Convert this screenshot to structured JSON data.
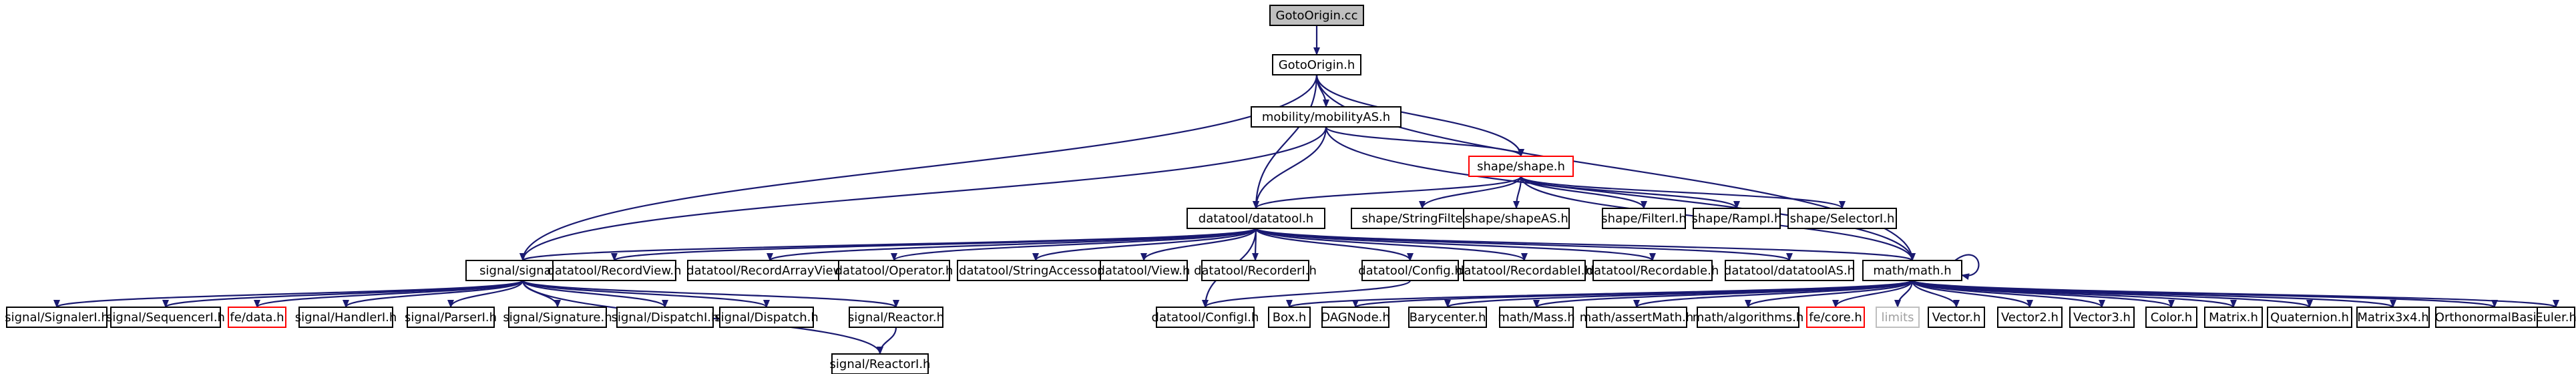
{
  "diagram": {
    "nodes": [
      {
        "id": "root",
        "label": "GotoOrigin.cc",
        "style": "root"
      },
      {
        "id": "gotoorigin_h",
        "label": "GotoOrigin.h",
        "style": "normal"
      },
      {
        "id": "mobility",
        "label": "mobility/mobilityAS.h",
        "style": "normal"
      },
      {
        "id": "shape",
        "label": "shape/shape.h",
        "style": "red"
      },
      {
        "id": "datatool",
        "label": "datatool/datatool.h",
        "style": "normal"
      },
      {
        "id": "signal",
        "label": "signal/signal.h",
        "style": "normal"
      },
      {
        "id": "math",
        "label": "math/math.h",
        "style": "normal"
      },
      {
        "id": "stringfilter",
        "label": "shape/StringFilterI.h",
        "style": "normal"
      },
      {
        "id": "shapeas",
        "label": "shape/shapeAS.h",
        "style": "normal"
      },
      {
        "id": "filteri",
        "label": "shape/FilterI.h",
        "style": "normal"
      },
      {
        "id": "rampi",
        "label": "shape/RampI.h",
        "style": "normal"
      },
      {
        "id": "selectori",
        "label": "shape/SelectorI.h",
        "style": "normal"
      },
      {
        "id": "recordview",
        "label": "datatool/RecordView.h",
        "style": "normal"
      },
      {
        "id": "recordarrayview",
        "label": "datatool/RecordArrayView.h",
        "style": "normal"
      },
      {
        "id": "operator",
        "label": "datatool/Operator.h",
        "style": "normal"
      },
      {
        "id": "stringaccessor",
        "label": "datatool/StringAccessor.h",
        "style": "normal"
      },
      {
        "id": "view",
        "label": "datatool/View.h",
        "style": "normal"
      },
      {
        "id": "recorderi",
        "label": "datatool/RecorderI.h",
        "style": "normal"
      },
      {
        "id": "config",
        "label": "datatool/Config.h",
        "style": "normal"
      },
      {
        "id": "recordablei",
        "label": "datatool/RecordableI.h",
        "style": "normal"
      },
      {
        "id": "recordable",
        "label": "datatool/Recordable.h",
        "style": "normal"
      },
      {
        "id": "datatoolas",
        "label": "datatool/datatoolAS.h",
        "style": "normal"
      },
      {
        "id": "configi",
        "label": "datatool/ConfigI.h",
        "style": "normal"
      },
      {
        "id": "signaleri",
        "label": "signal/SignalerI.h",
        "style": "normal"
      },
      {
        "id": "sequenceri",
        "label": "signal/SequencerI.h",
        "style": "normal"
      },
      {
        "id": "fedata",
        "label": "fe/data.h",
        "style": "red"
      },
      {
        "id": "handleri",
        "label": "signal/HandlerI.h",
        "style": "normal"
      },
      {
        "id": "parseri",
        "label": "signal/ParserI.h",
        "style": "normal"
      },
      {
        "id": "signature",
        "label": "signal/Signature.h",
        "style": "normal"
      },
      {
        "id": "dispatchi",
        "label": "signal/DispatchI.h",
        "style": "normal"
      },
      {
        "id": "dispatch",
        "label": "signal/Dispatch.h",
        "style": "normal"
      },
      {
        "id": "reactor",
        "label": "signal/Reactor.h",
        "style": "normal"
      },
      {
        "id": "reactori",
        "label": "signal/ReactorI.h",
        "style": "normal"
      },
      {
        "id": "box",
        "label": "Box.h",
        "style": "normal"
      },
      {
        "id": "dagnode",
        "label": "DAGNode.h",
        "style": "normal"
      },
      {
        "id": "barycenter",
        "label": "Barycenter.h",
        "style": "normal"
      },
      {
        "id": "mass",
        "label": "math/Mass.h",
        "style": "normal"
      },
      {
        "id": "assertmath",
        "label": "math/assertMath.h",
        "style": "normal"
      },
      {
        "id": "algorithms",
        "label": "math/algorithms.h",
        "style": "normal"
      },
      {
        "id": "fecore",
        "label": "fe/core.h",
        "style": "red"
      },
      {
        "id": "limits",
        "label": "limits",
        "style": "grey"
      },
      {
        "id": "vector",
        "label": "Vector.h",
        "style": "normal"
      },
      {
        "id": "vector2",
        "label": "Vector2.h",
        "style": "normal"
      },
      {
        "id": "vector3",
        "label": "Vector3.h",
        "style": "normal"
      },
      {
        "id": "color",
        "label": "Color.h",
        "style": "normal"
      },
      {
        "id": "matrix",
        "label": "Matrix.h",
        "style": "normal"
      },
      {
        "id": "quaternion",
        "label": "Quaternion.h",
        "style": "normal"
      },
      {
        "id": "matrix3x4",
        "label": "Matrix3x4.h",
        "style": "normal"
      },
      {
        "id": "orthonormal",
        "label": "OrthonormalBasis.h",
        "style": "normal"
      },
      {
        "id": "euler",
        "label": "Euler.h",
        "style": "normal"
      }
    ],
    "edges": [
      [
        "root",
        "gotoorigin_h"
      ],
      [
        "gotoorigin_h",
        "mobility"
      ],
      [
        "gotoorigin_h",
        "shape"
      ],
      [
        "gotoorigin_h",
        "datatool"
      ],
      [
        "gotoorigin_h",
        "signal"
      ],
      [
        "gotoorigin_h",
        "math"
      ],
      [
        "mobility",
        "shape"
      ],
      [
        "mobility",
        "datatool"
      ],
      [
        "mobility",
        "signal"
      ],
      [
        "mobility",
        "math"
      ],
      [
        "shape",
        "datatool"
      ],
      [
        "shape",
        "stringfilter"
      ],
      [
        "shape",
        "shapeas"
      ],
      [
        "shape",
        "filteri"
      ],
      [
        "shape",
        "rampi"
      ],
      [
        "shape",
        "selectori"
      ],
      [
        "shape",
        "math"
      ],
      [
        "datatool",
        "signal"
      ],
      [
        "datatool",
        "recordview"
      ],
      [
        "datatool",
        "recordarrayview"
      ],
      [
        "datatool",
        "operator"
      ],
      [
        "datatool",
        "stringaccessor"
      ],
      [
        "datatool",
        "view"
      ],
      [
        "datatool",
        "recorderi"
      ],
      [
        "datatool",
        "config"
      ],
      [
        "datatool",
        "recordablei"
      ],
      [
        "datatool",
        "recordable"
      ],
      [
        "datatool",
        "datatoolas"
      ],
      [
        "datatool",
        "math"
      ],
      [
        "datatool",
        "configi"
      ],
      [
        "signal",
        "signaleri"
      ],
      [
        "signal",
        "sequenceri"
      ],
      [
        "signal",
        "fedata"
      ],
      [
        "signal",
        "handleri"
      ],
      [
        "signal",
        "parseri"
      ],
      [
        "signal",
        "signature"
      ],
      [
        "signal",
        "dispatchi"
      ],
      [
        "signal",
        "dispatch"
      ],
      [
        "signal",
        "reactor"
      ],
      [
        "signal",
        "reactori"
      ],
      [
        "reactor",
        "reactori"
      ],
      [
        "config",
        "configi"
      ],
      [
        "math",
        "math"
      ],
      [
        "math",
        "box"
      ],
      [
        "math",
        "dagnode"
      ],
      [
        "math",
        "barycenter"
      ],
      [
        "math",
        "mass"
      ],
      [
        "math",
        "assertmath"
      ],
      [
        "math",
        "algorithms"
      ],
      [
        "math",
        "fecore"
      ],
      [
        "math",
        "limits"
      ],
      [
        "math",
        "vector"
      ],
      [
        "math",
        "vector2"
      ],
      [
        "math",
        "vector3"
      ],
      [
        "math",
        "color"
      ],
      [
        "math",
        "matrix"
      ],
      [
        "math",
        "quaternion"
      ],
      [
        "math",
        "matrix3x4"
      ],
      [
        "math",
        "orthonormal"
      ],
      [
        "math",
        "euler"
      ]
    ]
  }
}
